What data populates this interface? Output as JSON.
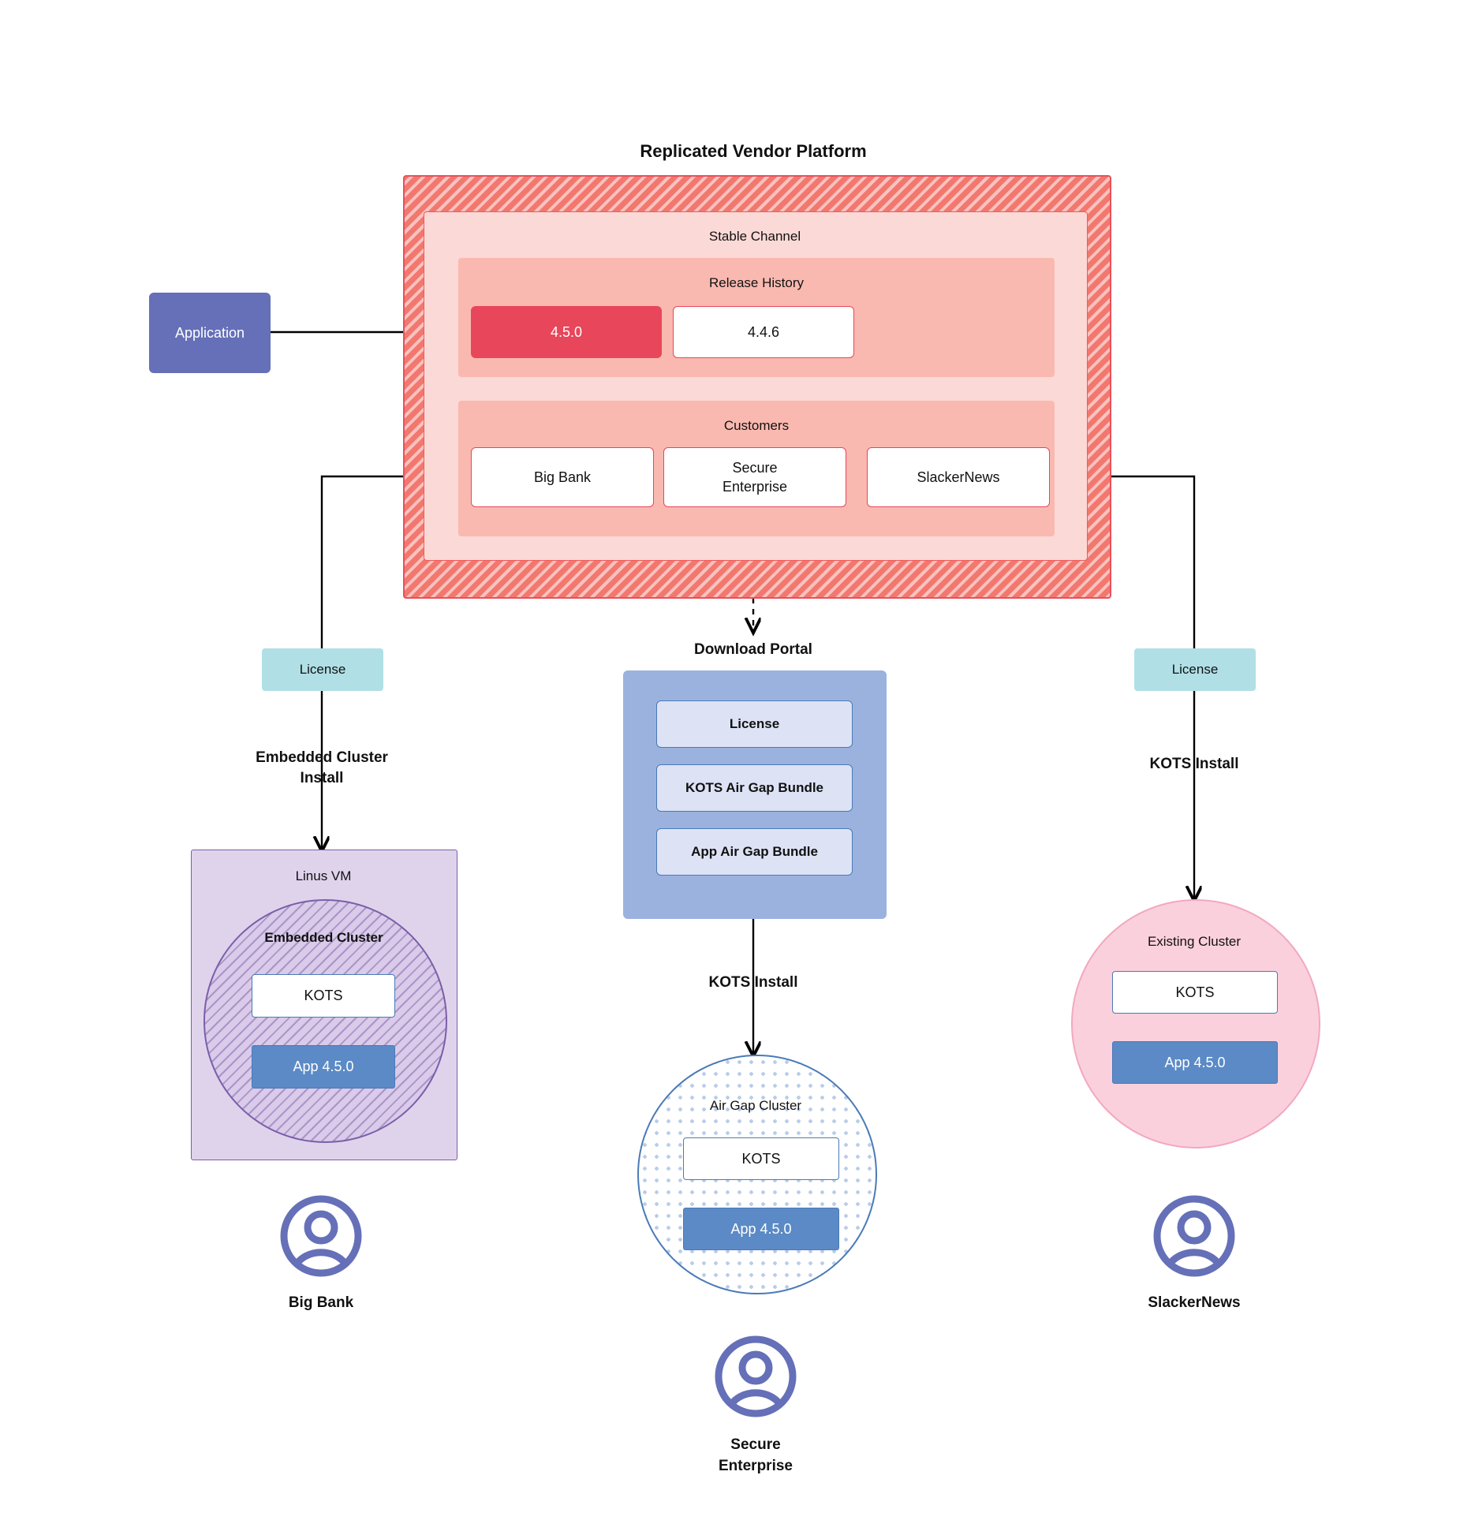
{
  "diagram": {
    "title": "Replicated Vendor Platform",
    "platform": {
      "title": "Replicated Vendor Platform",
      "channel": {
        "label": "Stable Channel",
        "release_history": {
          "label": "Release History",
          "releases": [
            {
              "version": "4.5.0",
              "state": "current"
            },
            {
              "version": "4.4.6",
              "state": "previous"
            }
          ]
        },
        "customers": {
          "label": "Customers",
          "items": [
            {
              "name": "Big Bank"
            },
            {
              "name": "Secure\nEnterprise"
            },
            {
              "name": "SlackerNews"
            }
          ]
        }
      }
    },
    "application": {
      "label": "Application"
    },
    "left_branch": {
      "license_label": "License",
      "install_label": "Embedded Cluster\nInstall",
      "vm_label": "Linus VM",
      "cluster_label": "Embedded Cluster",
      "kots_label": "KOTS",
      "app_label": "App 4.5.0",
      "customer_label": "Big Bank",
      "avatar_icon": "user-avatar-icon"
    },
    "center_branch": {
      "portal_title": "Download  Portal",
      "portal_items": [
        {
          "label": "License"
        },
        {
          "label": "KOTS Air Gap Bundle"
        },
        {
          "label": "App Air Gap Bundle"
        }
      ],
      "install_label": "KOTS Install",
      "cluster_label": "Air Gap Cluster",
      "kots_label": "KOTS",
      "app_label": "App 4.5.0",
      "customer_label": "Secure\nEnterprise",
      "avatar_icon": "user-avatar-icon"
    },
    "right_branch": {
      "license_label": "License",
      "install_label": "KOTS Install",
      "cluster_label": "Existing Cluster",
      "kots_label": "KOTS",
      "app_label": "App 4.5.0",
      "customer_label": "SlackerNews",
      "avatar_icon": "user-avatar-icon"
    },
    "colors": {
      "platform_hatch": "#f2786f",
      "platform_border": "#e8505b",
      "channel_bg": "#fbd9d6",
      "band_bg": "#f9b9b0",
      "release_current": "#e8465a",
      "release_border": "#e8465a",
      "application_bg": "#6570b8",
      "license_bg": "#b0e0e6",
      "portal_bg": "#9bb2df",
      "portal_item_bg": "#dde3f5",
      "kots_border": "#4a7ab8",
      "app_version_bg": "#5b8ac6",
      "vm_bg": "#dfd3ec",
      "vm_border": "#7b5ea8",
      "airgap_border": "#4a7ab8",
      "existing_bg": "#fbd0dd",
      "existing_border": "#f2a8c0",
      "avatar": "#6570b8"
    }
  }
}
